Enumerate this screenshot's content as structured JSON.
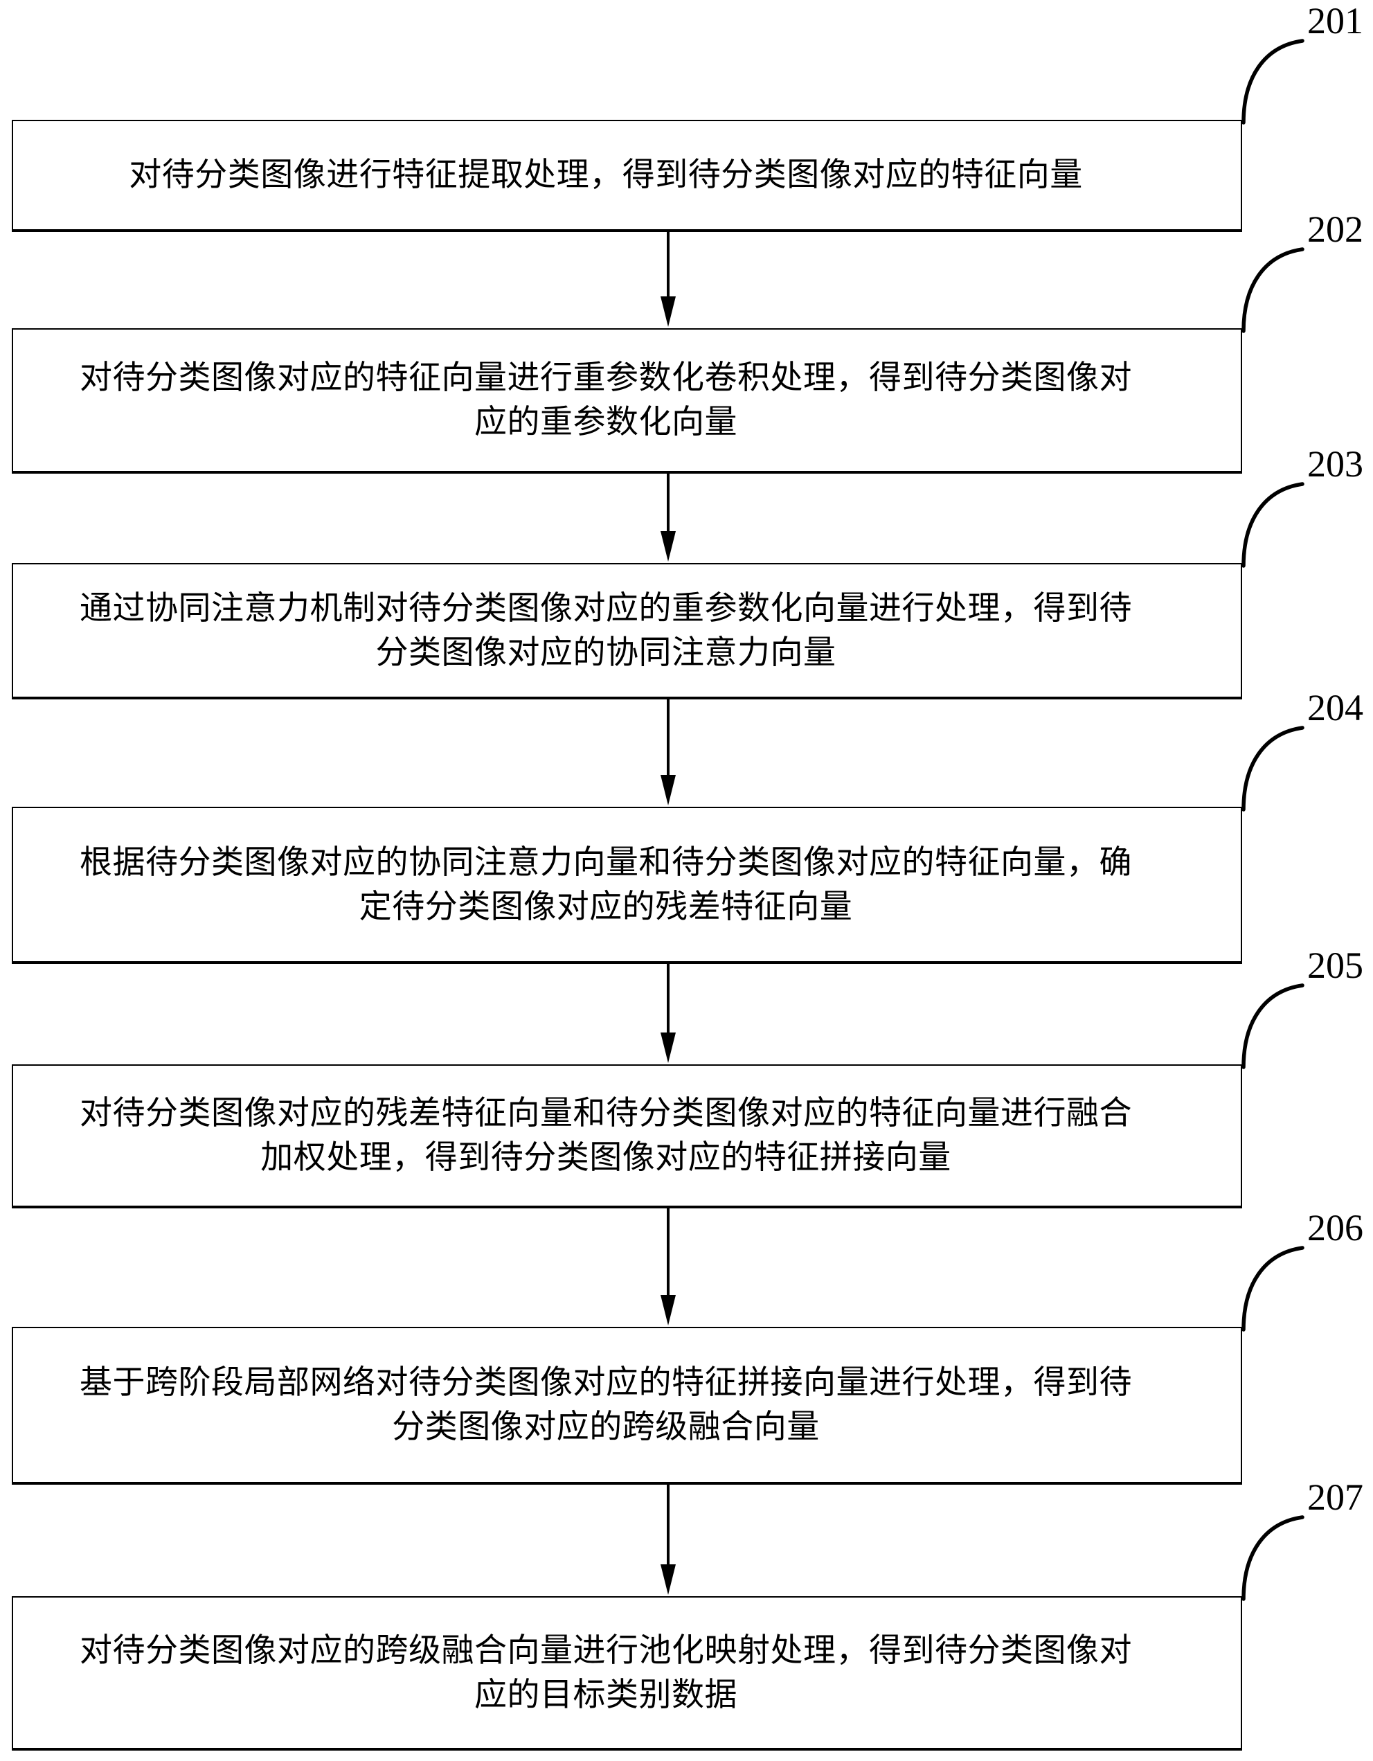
{
  "figure": {
    "type": "flowchart",
    "background": "#ffffff",
    "line_color": "#000000",
    "step_count": 7
  },
  "steps": [
    {
      "label": "201",
      "text": "对待分类图像进行特征提取处理，得到待分类图像对应的特征向量"
    },
    {
      "label": "202",
      "text": "对待分类图像对应的特征向量进行重参数化卷积处理，得到待分类图像对应的重参数化向量"
    },
    {
      "label": "203",
      "text": "通过协同注意力机制对待分类图像对应的重参数化向量进行处理，得到待分类图像对应的协同注意力向量"
    },
    {
      "label": "204",
      "text": "根据待分类图像对应的协同注意力向量和待分类图像对应的特征向量，确定待分类图像对应的残差特征向量"
    },
    {
      "label": "205",
      "text": "对待分类图像对应的残差特征向量和待分类图像对应的特征向量进行融合加权处理，得到待分类图像对应的特征拼接向量"
    },
    {
      "label": "206",
      "text": "基于跨阶段局部网络对待分类图像对应的特征拼接向量进行处理，得到待分类图像对应的跨级融合向量"
    },
    {
      "label": "207",
      "text": "对待分类图像对应的跨级融合向量进行池化映射处理，得到待分类图像对应的目标类别数据"
    }
  ]
}
